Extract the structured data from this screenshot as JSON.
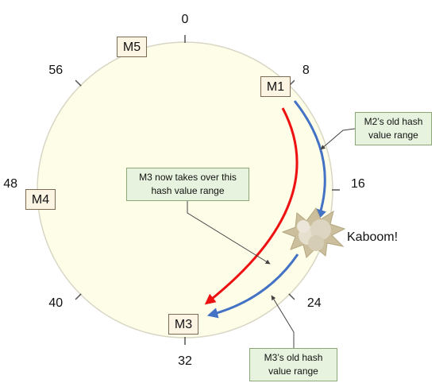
{
  "ring": {
    "ticks": [
      {
        "label": "0",
        "angle": 0
      },
      {
        "label": "8",
        "angle": 45
      },
      {
        "label": "16",
        "angle": 90
      },
      {
        "label": "24",
        "angle": 135
      },
      {
        "label": "32",
        "angle": 180
      },
      {
        "label": "40",
        "angle": 225
      },
      {
        "label": "48",
        "angle": 270
      },
      {
        "label": "56",
        "angle": 315
      }
    ],
    "colors": {
      "fill": "#fefde8",
      "stroke": "#d8d6c4",
      "tick": "#555555"
    }
  },
  "nodes": {
    "m1": "M1",
    "m3": "M3",
    "m4": "M4",
    "m5": "M5"
  },
  "callouts": {
    "m2_old": [
      "M2’s old hash",
      "value range"
    ],
    "m3_takes_over": [
      "M3 now takes over this",
      "hash value range"
    ],
    "m3_old": [
      "M3’s old hash",
      "value range"
    ]
  },
  "kaboom": "Kaboom!",
  "colors": {
    "m2_range_arrow": "#4472c4",
    "m3_new_range_arrow": "#ee1111",
    "m3_old_range_arrow": "#4472c4",
    "explosion": "#cbbf9e"
  }
}
